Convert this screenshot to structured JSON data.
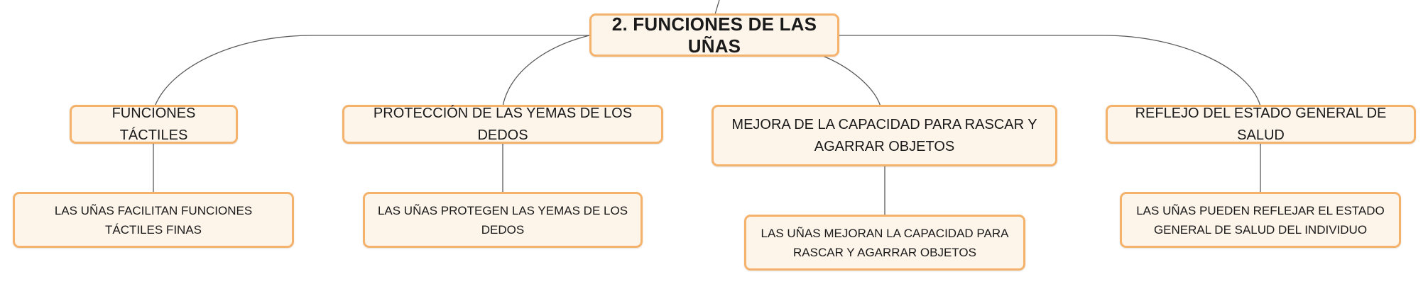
{
  "root": {
    "title": "2. FUNCIONES DE LAS UÑAS"
  },
  "branches": [
    {
      "topic": "FUNCIONES TÁCTILES",
      "detail": "LAS UÑAS FACILITAN FUNCIONES TÁCTILES FINAS"
    },
    {
      "topic": "PROTECCIÓN DE LAS YEMAS DE LOS DEDOS",
      "detail": "LAS UÑAS PROTEGEN LAS YEMAS DE LOS DEDOS"
    },
    {
      "topic": "MEJORA DE LA CAPACIDAD PARA RASCAR Y AGARRAR OBJETOS",
      "detail": "LAS UÑAS MEJORAN LA CAPACIDAD PARA RASCAR Y AGARRAR OBJETOS"
    },
    {
      "topic": "REFLEJO DEL ESTADO GENERAL DE SALUD",
      "detail": "LAS UÑAS PUEDEN REFLEJAR EL ESTADO GENERAL DE SALUD DEL INDIVIDUO"
    }
  ],
  "colors": {
    "node_border": "#f5b26b",
    "node_fill": "#fdf4ea",
    "connector": "#5a5a5a",
    "text": "#1a1a1a"
  }
}
